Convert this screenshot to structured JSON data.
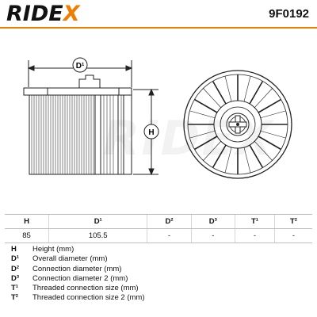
{
  "brand": {
    "logo_main": "RIDE",
    "logo_accent": "X",
    "accent_color": "#f07d00"
  },
  "part_number": "9F0192",
  "drawing": {
    "dim_d1": "D¹",
    "dim_h": "H"
  },
  "table": {
    "headers": [
      "H",
      "D¹",
      "D²",
      "D³",
      "T¹",
      "T²"
    ],
    "values": [
      "85",
      "105.5",
      "-",
      "-",
      "-",
      "-"
    ]
  },
  "legend": [
    {
      "key": "H",
      "text": "Height (mm)"
    },
    {
      "key": "D¹",
      "text": "Overall diameter (mm)"
    },
    {
      "key": "D²",
      "text": "Connection diameter (mm)"
    },
    {
      "key": "D³",
      "text": "Connection diameter 2 (mm)"
    },
    {
      "key": "T¹",
      "text": "Threaded connection size (mm)"
    },
    {
      "key": "T²",
      "text": "Threaded connection size 2 (mm)"
    }
  ]
}
